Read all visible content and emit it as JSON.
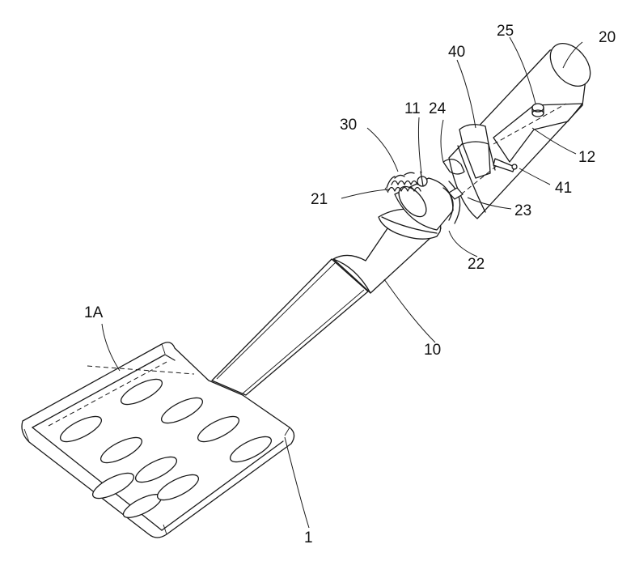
{
  "reference_labels": [
    {
      "id": "label-1",
      "text": "1"
    },
    {
      "id": "label-1a",
      "text": "1A"
    },
    {
      "id": "label-10",
      "text": "10"
    },
    {
      "id": "label-11",
      "text": "11"
    },
    {
      "id": "label-12",
      "text": "12"
    },
    {
      "id": "label-20",
      "text": "20"
    },
    {
      "id": "label-21",
      "text": "21"
    },
    {
      "id": "label-22",
      "text": "22"
    },
    {
      "id": "label-23",
      "text": "23"
    },
    {
      "id": "label-24",
      "text": "24"
    },
    {
      "id": "label-25",
      "text": "25"
    },
    {
      "id": "label-30",
      "text": "30"
    },
    {
      "id": "label-40",
      "text": "40"
    },
    {
      "id": "label-41",
      "text": "41"
    }
  ]
}
